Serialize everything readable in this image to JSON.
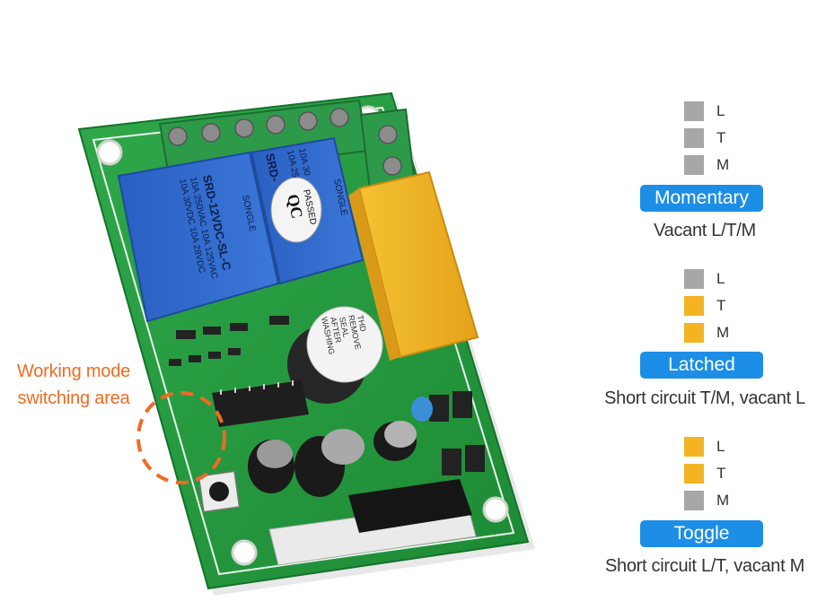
{
  "colors": {
    "vacant": "#a7a7a7",
    "shorted": "#f4b323",
    "badge": "#1d8ee6",
    "callout": "#f06a22"
  },
  "callout": {
    "line1": "Working mode",
    "line2": "switching area"
  },
  "board": {
    "relay1_text": [
      "SRD-12VDC-SL-C",
      "10A 250VAC  10A 125VAC",
      "10A 30VDC  10A 28VDC"
    ],
    "relay_brand": "SONGLE",
    "relay2_text": [
      "SRD-",
      "10A 25",
      "10A 30"
    ],
    "qc_sticker": [
      "QC",
      "PASSED"
    ],
    "buzzer_label": [
      "THD",
      "REMOVE",
      "SEAL",
      "AFTER",
      "WASHING"
    ]
  },
  "modes": [
    {
      "pins": [
        {
          "letter": "L",
          "state": "vacant"
        },
        {
          "letter": "T",
          "state": "vacant"
        },
        {
          "letter": "M",
          "state": "vacant"
        }
      ],
      "name": "Momentary",
      "description": "Vacant L/T/M"
    },
    {
      "pins": [
        {
          "letter": "L",
          "state": "vacant"
        },
        {
          "letter": "T",
          "state": "shorted"
        },
        {
          "letter": "M",
          "state": "shorted"
        }
      ],
      "name": "Latched",
      "description": "Short circuit T/M, vacant L"
    },
    {
      "pins": [
        {
          "letter": "L",
          "state": "shorted"
        },
        {
          "letter": "T",
          "state": "shorted"
        },
        {
          "letter": "M",
          "state": "vacant"
        }
      ],
      "name": "Toggle",
      "description": "Short circuit L/T, vacant M"
    }
  ]
}
